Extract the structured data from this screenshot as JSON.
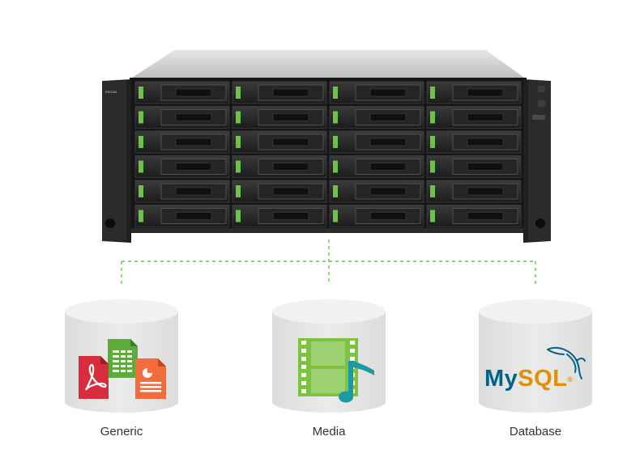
{
  "hardware": {
    "model_label": "ES0234",
    "bays": {
      "rows": 6,
      "columns": 4
    },
    "accent_color": "#6cc24a"
  },
  "connector": {
    "style": "dashed",
    "color": "#6cc24a"
  },
  "storage_types": [
    {
      "caption": "Generic",
      "icons": [
        "pdf-file-icon",
        "spreadsheet-file-icon",
        "presentation-file-icon"
      ]
    },
    {
      "caption": "Media",
      "icons": [
        "film-strip-icon",
        "music-note-icon"
      ]
    },
    {
      "caption": "Database",
      "icons": [
        "mysql-logo"
      ],
      "logo_text": {
        "my": "My",
        "sql": "SQL"
      }
    }
  ],
  "colors": {
    "cylinder": "#e3e3e3",
    "cylinder_top": "#f1f1f1",
    "pdf": "#d72d3c",
    "sheet": "#5dab3a",
    "slides": "#f26d3b",
    "film": "#7ec242",
    "note": "#1a9aa3",
    "mysql_blue": "#00618a",
    "mysql_orange": "#e48e00"
  }
}
